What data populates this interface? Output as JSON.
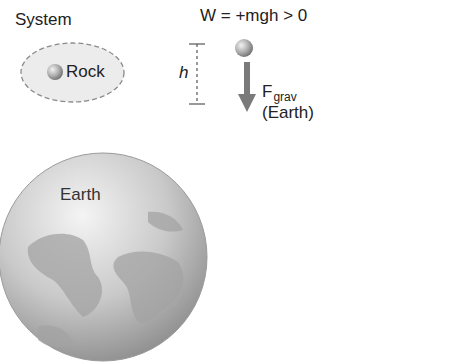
{
  "diagram": {
    "nodes": [
      {
        "text": [
          "System",
          "Rock"
        ]
      },
      {
        "text": [
          "Earth"
        ]
      }
    ],
    "labels": [
      "W = +mgh > 0",
      "h",
      "F",
      "grav",
      "(Earth)"
    ]
  }
}
